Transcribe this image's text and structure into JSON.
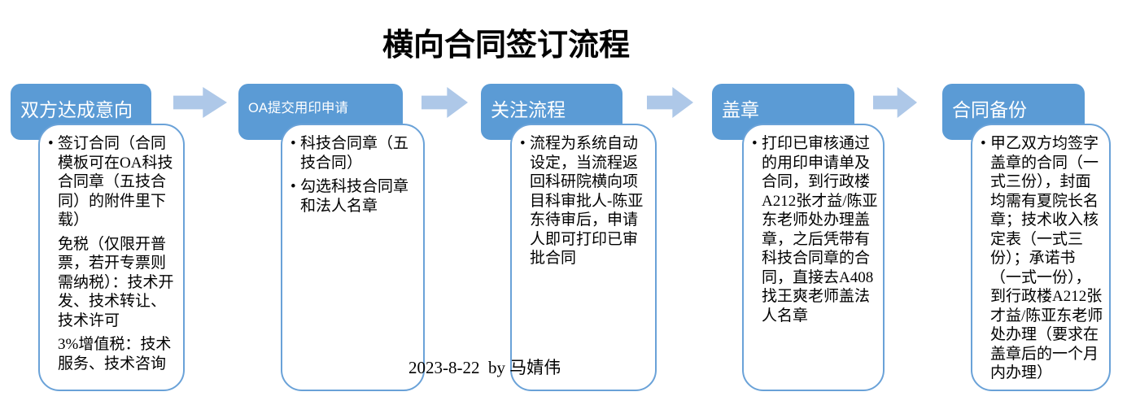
{
  "title": "横向合同签订流程",
  "footer": "2023-8-22  by 马婧伟",
  "bullet_glyph": "•",
  "colors": {
    "header_fill": "#5b9bd5",
    "header_text": "#ffffff",
    "body_border": "#6aa2d8",
    "arrow_fill": "#aec8e8",
    "body_text": "#000000"
  },
  "steps": [
    {
      "header": "双方达成意向",
      "paragraphs": [
        {
          "bullet": true,
          "text": "签订合同（合同模板可在OA科技合同章（五技合同）的附件里下载）"
        },
        {
          "bullet": false,
          "text": "免税（仅限开普票，若开专票则需纳税）：技术开发、技术转让、技术许可"
        },
        {
          "bullet": false,
          "text": "3%增值税：技术服务、技术咨询"
        }
      ]
    },
    {
      "header": "OA提交用印申请",
      "paragraphs": [
        {
          "bullet": true,
          "text": "科技合同章（五技合同）"
        },
        {
          "bullet": true,
          "text": "勾选科技合同章和法人名章"
        }
      ]
    },
    {
      "header": "关注流程",
      "paragraphs": [
        {
          "bullet": true,
          "text": "流程为系统自动设定，当流程返回科研院横向项目科审批人-陈亚东待审后，申请人即可打印已审批合同"
        }
      ]
    },
    {
      "header": "盖章",
      "paragraphs": [
        {
          "bullet": true,
          "text": "打印已审核通过的用印申请单及合同，到行政楼A212张才益/陈亚东老师处办理盖章，之后凭带有科技合同章的合同，直接去A408找王爽老师盖法人名章"
        }
      ]
    },
    {
      "header": "合同备份",
      "paragraphs": [
        {
          "bullet": true,
          "text": "甲乙双方均签字盖章的合同（一式三份），封面均需有夏院长名章；技术收入核定表（一式三份）；承诺书（一式一份），到行政楼A212张才益/陈亚东老师处办理（要求在盖章后的一个月内办理）"
        }
      ]
    }
  ]
}
